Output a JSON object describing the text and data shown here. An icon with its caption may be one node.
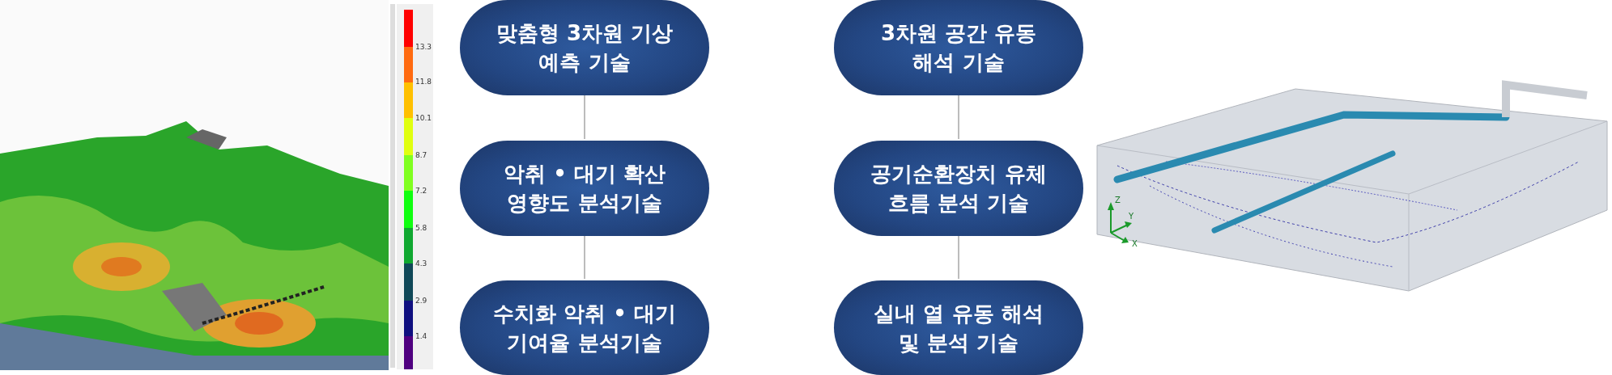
{
  "diagram": {
    "nodes": [
      {
        "text": [
          "맞춤형 3차원 기상 예측 기술"
        ]
      },
      {
        "text": [
          "악취 • 대기 확산 영향도 분석기술"
        ]
      },
      {
        "text": [
          "수치화 악취 • 대기 기여율 분석기술"
        ]
      },
      {
        "text": [
          "3차원 공간 유동 해석 기술"
        ]
      },
      {
        "text": [
          "공기순환장치 유체 흐름 분석 기술"
        ]
      },
      {
        "text": [
          "실내 열 유동 해석 및 분석 기술"
        ]
      }
    ],
    "edges": [
      {
        "from": 0,
        "to": 1,
        "arrow": "none"
      },
      {
        "from": 1,
        "to": 2,
        "arrow": "none"
      },
      {
        "from": 3,
        "to": 4,
        "arrow": "none"
      },
      {
        "from": 4,
        "to": 5,
        "arrow": "none"
      }
    ],
    "labels": [
      "13.3",
      "11.8",
      "10.1",
      "8.7",
      "7.2",
      "5.8",
      "4.3",
      "2.9",
      "1.4",
      "Z",
      "Y",
      "X"
    ]
  }
}
